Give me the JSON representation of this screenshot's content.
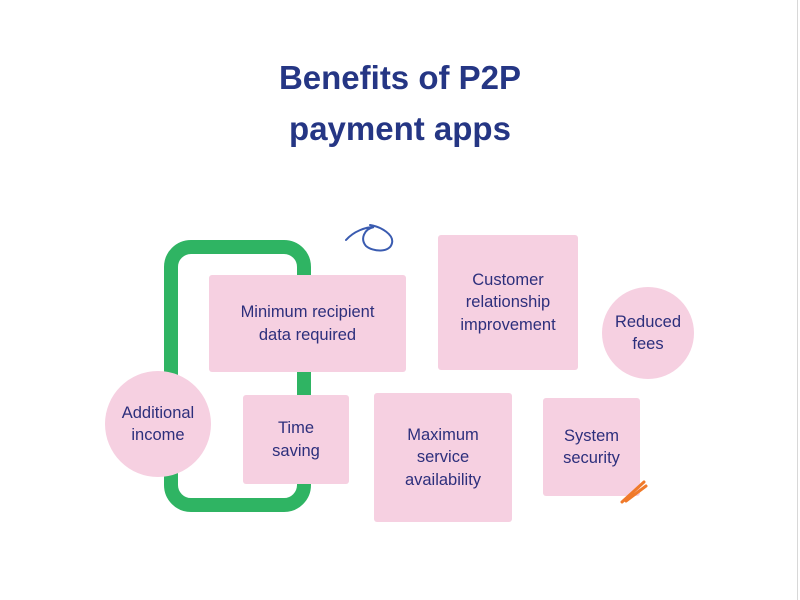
{
  "title": {
    "line1": "Benefits of P2P",
    "line2": "payment apps"
  },
  "benefits": [
    {
      "label": "Minimum recipient\ndata required",
      "shape": "rectangle"
    },
    {
      "label": "Customer\nrelationship\nimprovement",
      "shape": "rectangle"
    },
    {
      "label": "Reduced\nfees",
      "shape": "circle"
    },
    {
      "label": "Additional\nincome",
      "shape": "circle"
    },
    {
      "label": "Time\nsaving",
      "shape": "rectangle"
    },
    {
      "label": "Maximum\nservice\navailability",
      "shape": "rectangle"
    },
    {
      "label": "System\nsecurity",
      "shape": "rectangle"
    }
  ],
  "colors": {
    "title": "#253684",
    "text": "#2d2f7c",
    "card": "#f6d0e1",
    "frame": "#2fb463",
    "squiggle": "#3a5bb0",
    "accent": "#f07a2a"
  }
}
